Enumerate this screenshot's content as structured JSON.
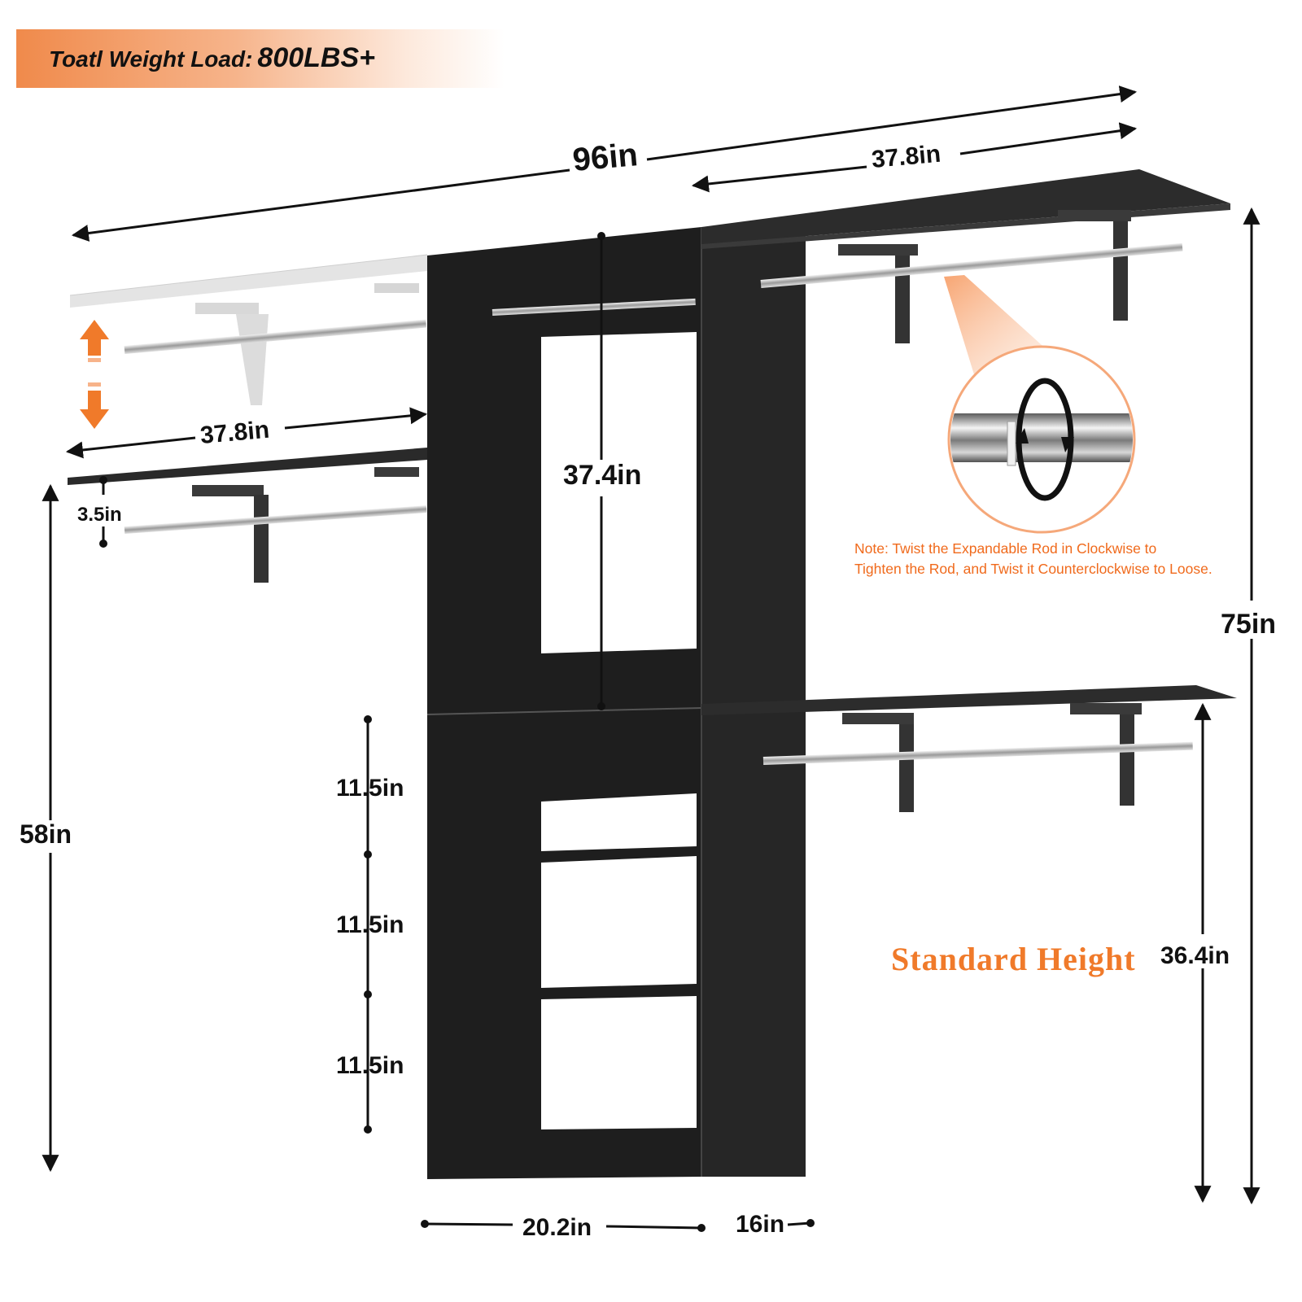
{
  "banner": {
    "label": "Toatl Weight Load:",
    "value": "800LBS+"
  },
  "dimensions": {
    "total_width": "96in",
    "top_right_shelf": "37.8in",
    "left_shelf": "37.8in",
    "tower_opening": "37.4in",
    "rod_gap": "3.5in",
    "total_height": "75in",
    "left_height": "58in",
    "cubby_1": "11.5in",
    "cubby_2": "11.5in",
    "cubby_3": "11.5in",
    "tower_width": "20.2in",
    "tower_depth": "16in",
    "standard_height_value": "36.4in"
  },
  "note": {
    "line1": "Note: Twist the Expandable Rod in Clockwise to",
    "line2": "Tighten the Rod, and Twist it Counterclockwise to Loose."
  },
  "standard_height_label": "Standard  Height",
  "colors": {
    "accent": "#f07a2a",
    "wood": "#1c1c1c",
    "metal": "#c8c8c8"
  }
}
